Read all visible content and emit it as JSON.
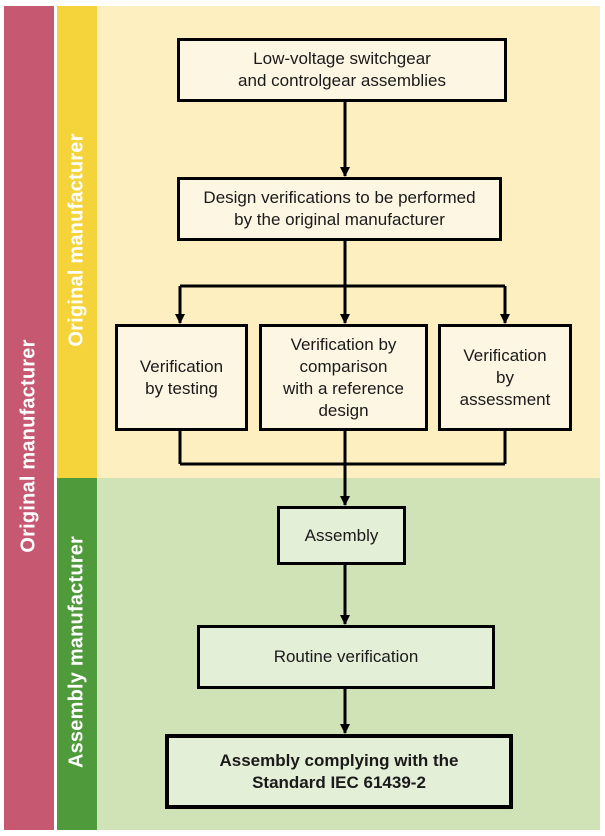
{
  "side_labels": {
    "outer": "Original manufacturer",
    "upper": "Original manufacturer",
    "lower": "Assembly manufacturer"
  },
  "nodes": {
    "top": "Low-voltage switchgear\nand controlgear assemblies",
    "design": "Design verifications to be performed\nby the original manufacturer",
    "testing": "Verification\nby testing",
    "comparison": "Verification by\ncomparison\nwith a reference\ndesign",
    "assessment": "Verification\nby\nassessment",
    "assembly": "Assembly",
    "routine": "Routine verification",
    "final": "Assembly complying with the\nStandard IEC 61439-2"
  },
  "colors": {
    "outer_band": "#c65872",
    "upper_band": "#f4d43a",
    "lower_band": "#4f9a3a",
    "upper_bg": "#fdefc0",
    "lower_bg": "#cfe3b6"
  }
}
